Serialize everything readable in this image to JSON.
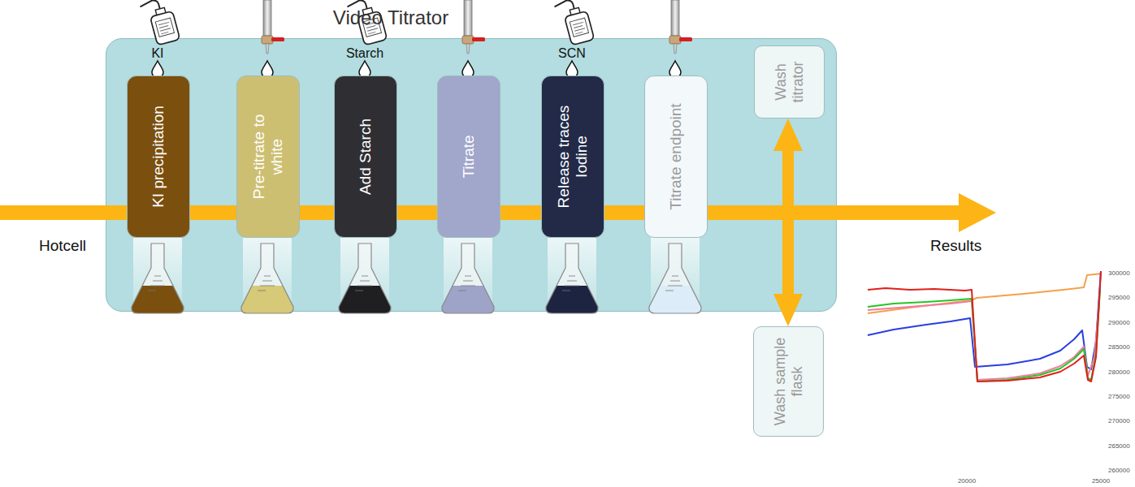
{
  "diagram": {
    "nodes": [
      {
        "text": [
          "Video Titrator"
        ]
      },
      {
        "text": [
          "KI precipitation"
        ],
        "in": 0
      },
      {
        "text": [
          "Pre-titrate to white"
        ],
        "in": 0
      },
      {
        "text": [
          "Add Starch"
        ],
        "in": 0
      },
      {
        "text": [
          "Titrate"
        ],
        "in": 0
      },
      {
        "text": [
          "Release traces Iodine"
        ],
        "in": 0
      },
      {
        "text": [
          "Titrate endpoint"
        ],
        "in": 0
      },
      {
        "text": [
          "Wash titrator"
        ],
        "in": 0
      },
      {
        "text": [
          "Wash sample flask"
        ]
      }
    ],
    "edges": [
      {
        "from": 1,
        "to": 2,
        "arrow": "none"
      },
      {
        "from": 2,
        "to": 3,
        "arrow": "none"
      },
      {
        "from": 3,
        "to": 4,
        "arrow": "none"
      },
      {
        "from": 4,
        "to": 5,
        "arrow": "none"
      },
      {
        "from": 5,
        "to": 6,
        "arrow": "none"
      },
      {
        "from": 6,
        "to": 7,
        "arrow": "to"
      },
      {
        "from": 6,
        "to": 8,
        "arrow": "to"
      }
    ],
    "labels": [
      "KI",
      "Starch",
      "SCN",
      "Hotcell",
      "Results",
      "300000",
      "295000",
      "290000",
      "285000",
      "280000",
      "275000",
      "270000",
      "265000",
      "260000",
      "20000",
      "25000"
    ]
  }
}
